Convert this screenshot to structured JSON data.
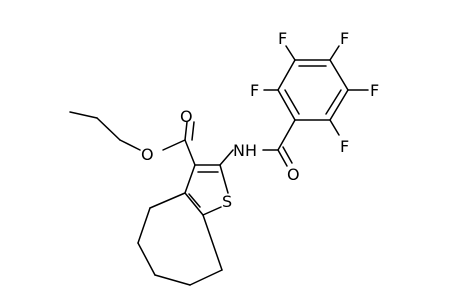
{
  "molecule": {
    "atom_labels": {
      "f_top_left": "F",
      "f_top_right": "F",
      "f_left": "F",
      "f_right": "F",
      "f_bottom_right": "F",
      "o_carbonyl": "O",
      "o_ester_carbonyl": "O",
      "o_ester": "O",
      "nh": "NH",
      "s": "S"
    }
  }
}
